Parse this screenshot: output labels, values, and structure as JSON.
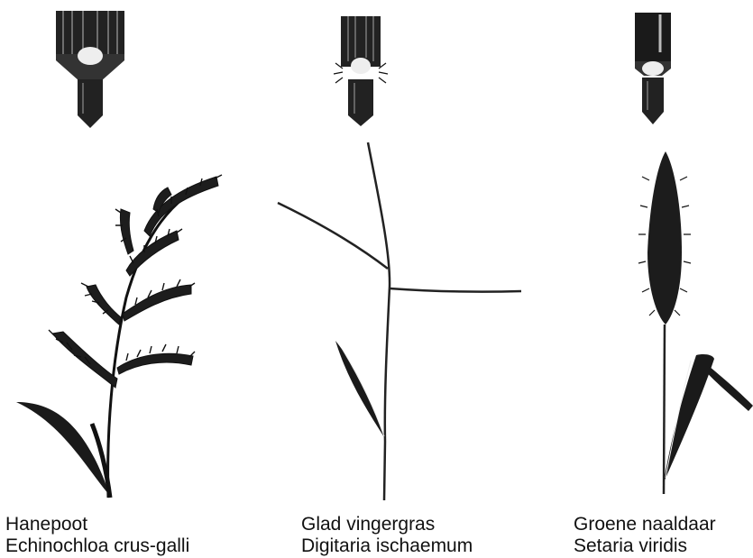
{
  "colors": {
    "ink": "#111111",
    "paper": "#ffffff"
  },
  "species": [
    {
      "common_name": "Hanepoot",
      "latin_name": "Echinochloa crus-galli"
    },
    {
      "common_name": "Glad vingergras",
      "latin_name": "Digitaria ischaemum"
    },
    {
      "common_name": "Groene naaldaar",
      "latin_name": "Setaria viridis"
    }
  ]
}
